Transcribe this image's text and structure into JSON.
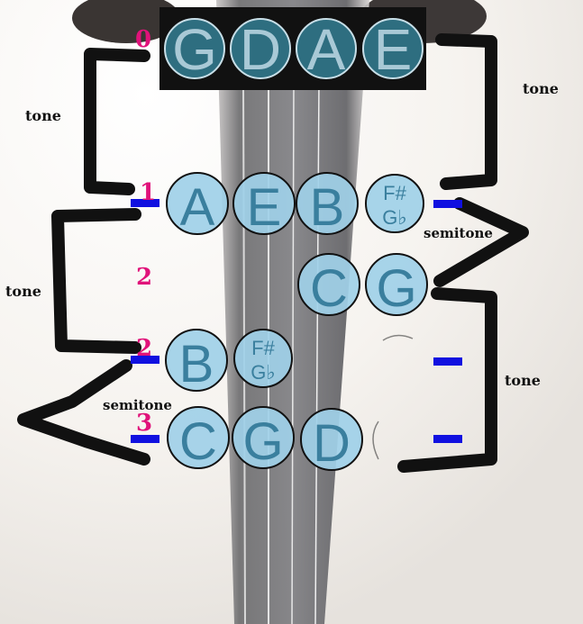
{
  "open_strings": [
    "G",
    "D",
    "A",
    "E"
  ],
  "fingers": {
    "open": "0",
    "first": "1",
    "second_low": "2",
    "second_high": "2",
    "third": "3"
  },
  "interval_labels": {
    "tone_top_left": "tone",
    "tone_top_right": "tone",
    "semitone_right": "semitone",
    "tone_left": "tone",
    "semitone_left": "semitone",
    "tone_right": "tone"
  },
  "notes": {
    "row1": [
      "A",
      "E",
      "B"
    ],
    "row1_sharp_flat": {
      "sharp": "F#",
      "flat": "G♭"
    },
    "row2": [
      "C",
      "G"
    ],
    "row3": [
      "B"
    ],
    "row3_sharp_flat": {
      "sharp": "F#",
      "flat": "G♭"
    },
    "row4": [
      "C",
      "G",
      "D"
    ]
  },
  "colors": {
    "note_fill": "#9fd0e8",
    "note_text": "#3a7f9e",
    "open_string_fill": "#2e6e80",
    "finger_number": "#e0127a",
    "marker": "#1010e0",
    "bracket": "#111111"
  }
}
